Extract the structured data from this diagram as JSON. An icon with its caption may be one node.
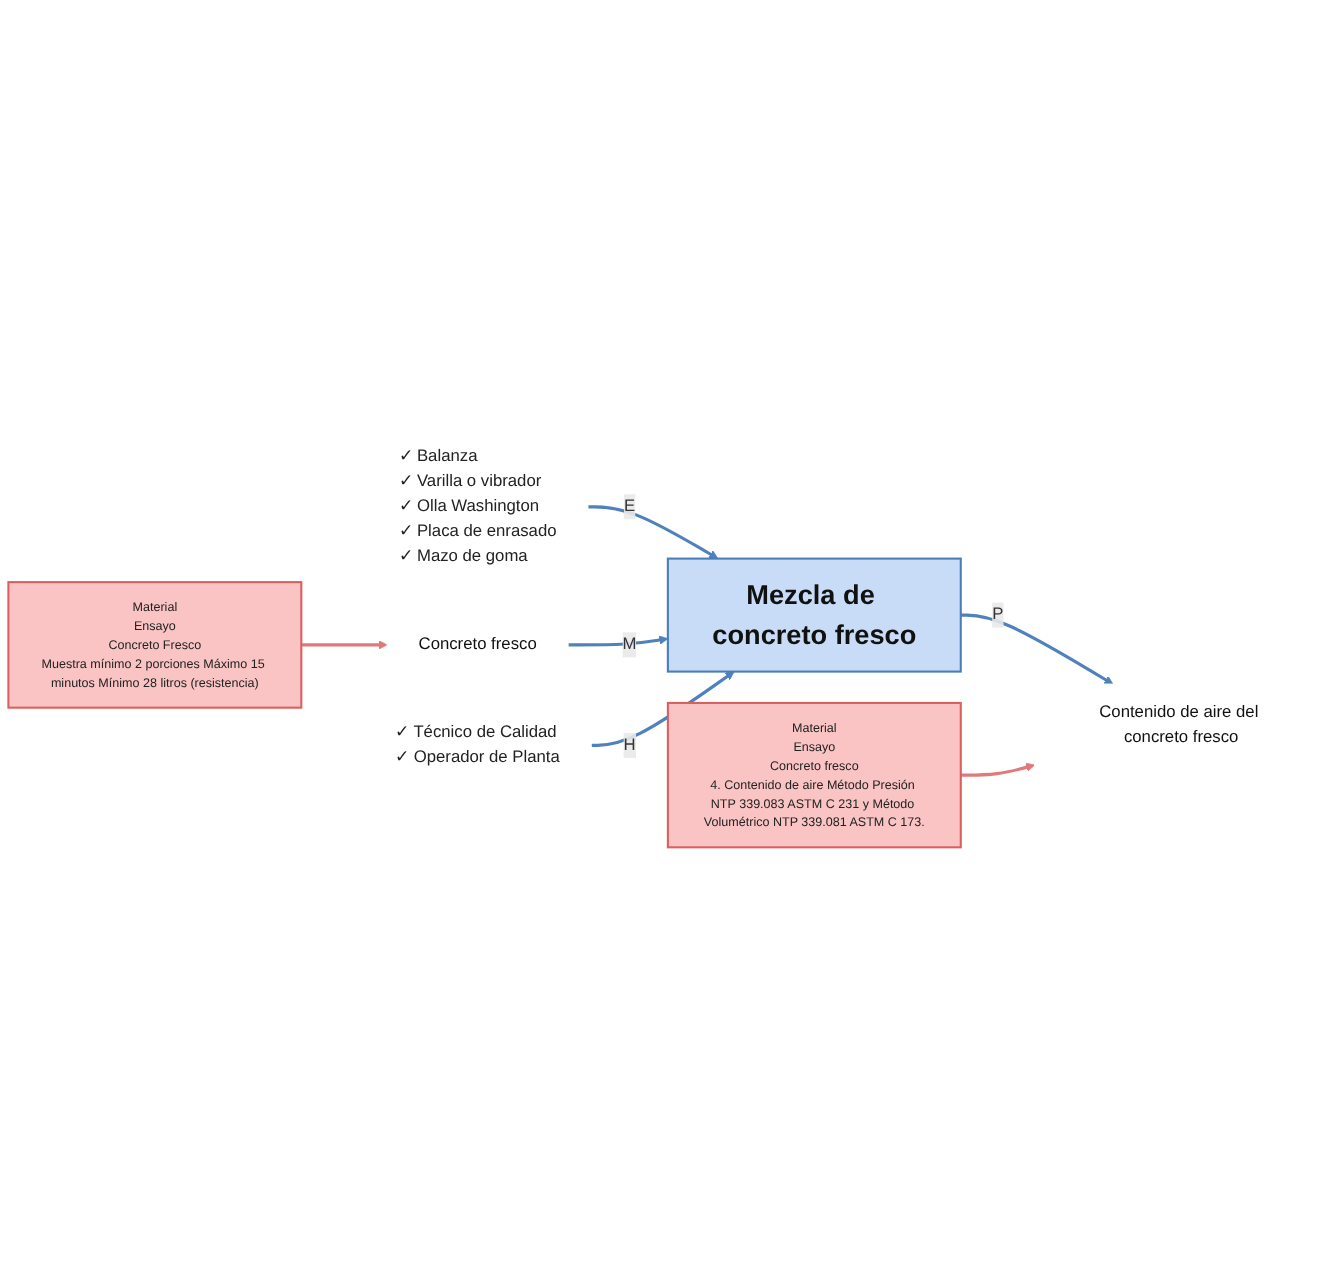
{
  "diagram": {
    "nodes": [
      {
        "text": [
          "✓ Balanza",
          "✓ Varilla o vibrador",
          "✓ Olla Washington",
          "✓ Placa de enrasado",
          "✓ Mazo de goma"
        ]
      },
      {
        "text": [
          "Material",
          "Ensayo",
          "Concreto Fresco",
          "Muestra mínimo 2 porciones Máximo 15 minutos Mínimo 28 litros (resistencia)"
        ]
      },
      {
        "text": [
          "Material",
          "Ensayo",
          "Concreto fresco",
          "4. Contenido de aire Método Presión NTP 339.083 ASTM C 231 y Método Volumétrico NTP 339.081 ASTM C 173."
        ]
      },
      {
        "text": [
          "Concreto fresco"
        ]
      },
      {
        "text": [
          "Mezcla de concreto fresco"
        ]
      },
      {
        "text": [
          "Contenido de aire del concreto fresco"
        ]
      },
      {
        "text": [
          "✓ Técnico de Calidad",
          "✓ Operador de Planta"
        ]
      }
    ],
    "edges": [
      {
        "from": 0,
        "to": 4,
        "arrow": "to",
        "label": "E"
      },
      {
        "from": 3,
        "to": 4,
        "arrow": "to",
        "label": "M"
      },
      {
        "from": 4,
        "to": 5,
        "arrow": "to",
        "label": "P"
      },
      {
        "from": 6,
        "to": 4,
        "arrow": "to",
        "label": "H"
      },
      {
        "from": 1,
        "to": 3,
        "arrow": "to",
        "color": "#e07a7a"
      },
      {
        "from": 2,
        "to": 5,
        "arrow": "to",
        "color": "#e07a7a"
      }
    ]
  }
}
